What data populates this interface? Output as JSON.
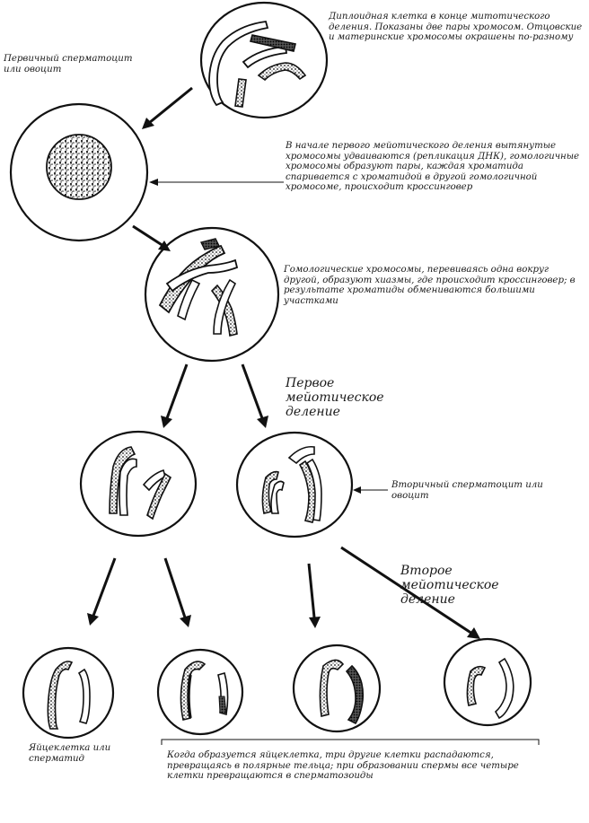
{
  "captions": {
    "diploid_cell": "Диплоидная клетка в конце митотического деления. Показаны две пары хромосом. Отцовские и материнские хромосомы окрашены по-разному",
    "primary_spermatocyte": "Первичный сперматоцит или овоцит",
    "meiosis_start": "В начале первого мейотического деления вытянутые хромосомы удваиваются (репликация ДНК), гомологичные хромосомы образуют пары, каждая хроматида спаривается с хроматидой в другой гомологичной хромосоме, происходит кроссинговер",
    "chiasma": "Гомологические хромосомы, перевиваясь одна вокруг другой, образуют хиазмы, где происходит кроссинговер; в результате хроматиды обмениваются большими участками",
    "first_division": "Первое мейотическое деление",
    "secondary_spermatocyte": "Вторичный сперматоцит или овоцит",
    "second_division": "Второе мейотическое деление",
    "egg_or_spermatid": "Яйцеклетка или сперматид",
    "polar_bodies": "Когда образуется яйцеклетка, три другие клетки распадаются, превращаясь в полярные тельца; при образовании спермы все четыре клетки превращаются в сперматозоиды"
  }
}
